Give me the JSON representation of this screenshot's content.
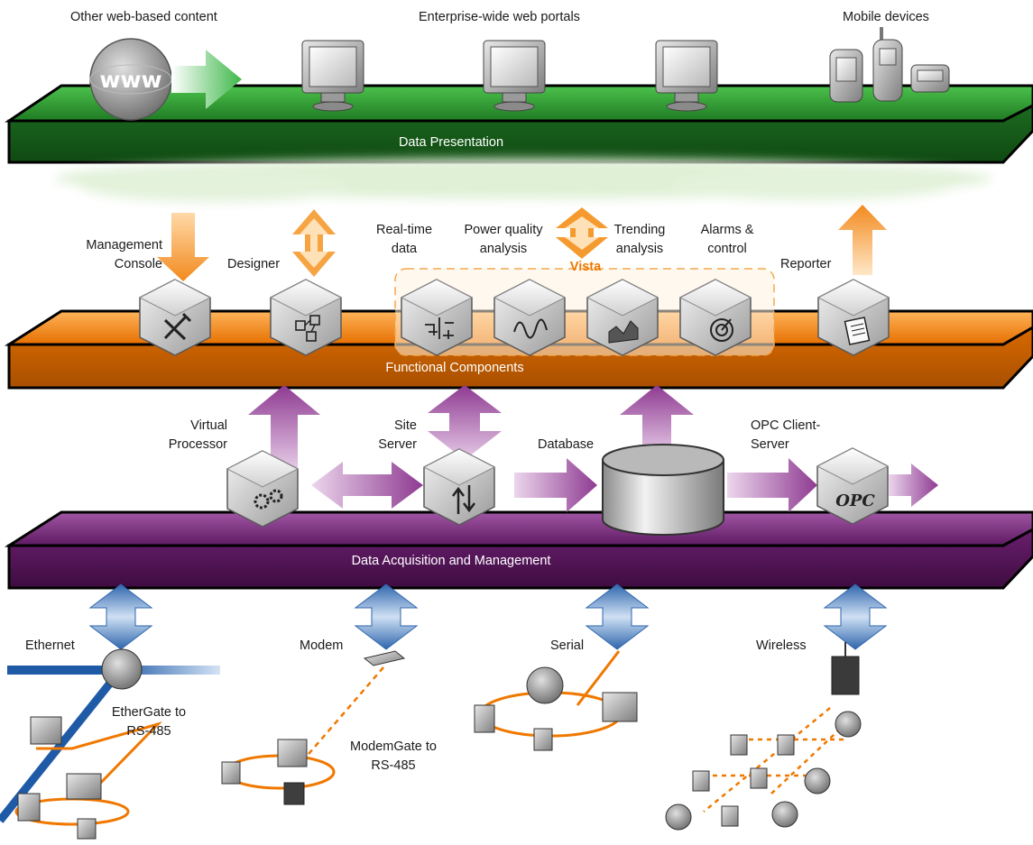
{
  "top_labels": {
    "web_content": "Other web-based content",
    "portals": "Enterprise-wide web portals",
    "mobile": "Mobile devices"
  },
  "www_text": "www",
  "layers": {
    "presentation": "Data Presentation",
    "functional": "Functional Components",
    "acquisition": "Data Acquisition and Management"
  },
  "components": {
    "management_console": [
      "Management",
      "Console"
    ],
    "designer": "Designer",
    "realtime": [
      "Real-time",
      "data"
    ],
    "power_quality": [
      "Power quality",
      "analysis"
    ],
    "trending": [
      "Trending",
      "analysis"
    ],
    "alarms": [
      "Alarms &",
      "control"
    ],
    "vista": "Vista",
    "reporter": "Reporter"
  },
  "acquisition": {
    "virtual_processor": [
      "Virtual",
      "Processor"
    ],
    "site_server": [
      "Site",
      "Server"
    ],
    "database": "Database",
    "opc": [
      "OPC Client-",
      "Server"
    ],
    "opc_text": "OPC"
  },
  "networks": {
    "ethernet": "Ethernet",
    "ethergate": [
      "EtherGate to",
      "RS-485"
    ],
    "modem": "Modem",
    "modemgate": [
      "ModemGate to",
      "RS-485"
    ],
    "serial": "Serial",
    "wireless": "Wireless"
  },
  "colors": {
    "presentation_layer": "#2e8b2e",
    "functional_layer": "#f07800",
    "acquisition_layer": "#6a1f6e",
    "orange_arrow": "#f59a2e",
    "purple_arrow": "#8e3a91",
    "blue_arrow": "#3f79be",
    "rs485_line": "#f07800",
    "ethernet_line": "#1f5aa6"
  }
}
